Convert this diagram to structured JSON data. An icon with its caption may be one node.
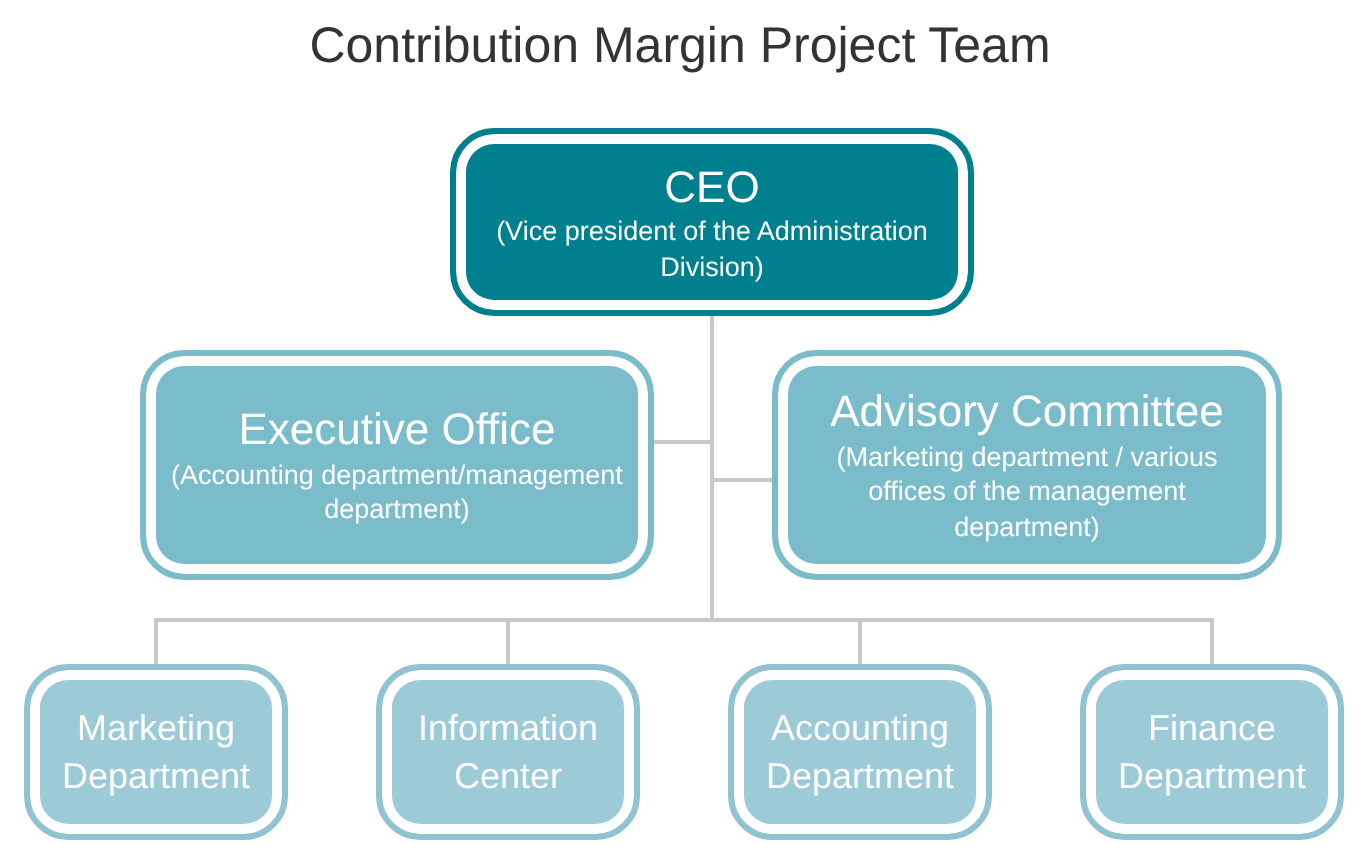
{
  "diagram": {
    "title": "Contribution Margin Project Team",
    "nodes": [
      {
        "text": [
          "CEO",
          "(Vice president of the Administration Division)"
        ]
      },
      {
        "text": [
          "Executive Office",
          "(Accounting department/management department)"
        ]
      },
      {
        "text": [
          "Advisory Committee",
          "(Marketing department / various offices of the management department)"
        ]
      },
      {
        "text": [
          "Marketing Department"
        ]
      },
      {
        "text": [
          "Information Center"
        ]
      },
      {
        "text": [
          "Accounting Department"
        ]
      },
      {
        "text": [
          "Finance Department"
        ]
      }
    ],
    "edges": [
      {
        "from": 0,
        "to": 1,
        "arrow": "none"
      },
      {
        "from": 0,
        "to": 2,
        "arrow": "none"
      },
      {
        "from": 0,
        "to": 3,
        "arrow": "none"
      },
      {
        "from": 0,
        "to": 4,
        "arrow": "none"
      },
      {
        "from": 0,
        "to": 5,
        "arrow": "none"
      },
      {
        "from": 0,
        "to": 6,
        "arrow": "none"
      }
    ]
  }
}
